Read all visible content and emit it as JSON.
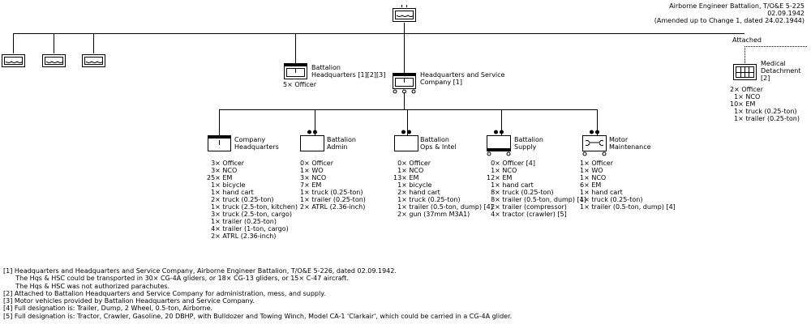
{
  "title": {
    "line1": "Airborne Engineer Battalion, T/O&E 5-225",
    "line2": "02.09.1942",
    "line3": "(Amended up to Change 1, dated 24.02.1944)"
  },
  "attached_label": "Attached",
  "bn_hq": {
    "name": "Battalion\nHeadquarters [1][2][3]",
    "strength": "5× Officer"
  },
  "hsc": {
    "name": "Headquarters and Service\nCompany [1]"
  },
  "medical": {
    "name": "Medical\nDetachment\n[2]",
    "equipment": "2× Officer\n  1× NCO\n10× EM\n  1× truck (0.25-ton)\n  1× trailer (0.25-ton)"
  },
  "sections": [
    {
      "name": "Company\nHeadquarters",
      "equipment": "  3× Officer\n  3× NCO\n25× EM\n  1× bicycle\n  1× hand cart\n  2× truck (0.25-ton)\n  1× truck (2.5-ton, kitchen)\n  3× truck (2.5-ton, cargo)\n  1× trailer (0.25-ton)\n  4× trailer (1-ton, cargo)\n  2× ATRL (2.36-inch)"
    },
    {
      "name": "Battalion\nAdmin",
      "equipment": "0× Officer\n1× WO\n3× NCO\n7× EM\n1× truck (0.25-ton)\n1× trailer (0.25-ton)\n2× ATRL (2.36-inch)"
    },
    {
      "name": "Battalion\nOps & Intel",
      "equipment": "  0× Officer\n  1× NCO\n13× EM\n  1× bicycle\n  2× hand cart\n  1× truck (0.25-ton)\n  1× trailer (0.5-ton, dump) [4]\n  2× gun (37mm M3A1)"
    },
    {
      "name": "Battalion\nSupply",
      "equipment": "  0× Officer [4]\n  1× NCO\n12× EM\n  1× hand cart\n  8× truck (0.25-ton)\n  8× trailer (0.5-ton, dump) [4]\n  2× trailer (compressor)\n  4× tractor (crawler) [5]"
    },
    {
      "name": "Motor\nMaintenance",
      "equipment": "1× Officer\n1× WO\n1× NCO\n6× EM\n1× hand cart\n1× truck (0.25-ton)\n1× trailer (0.5-ton, dump) [4]"
    }
  ],
  "notes": [
    "[1] Headquarters and Headquarters and Service Company, Airborne Engineer Battalion, T/O&E 5-226, dated 02.09.1942.",
    "      The Hqs & HSC could be transported in 30× CG-4A gliders, or 18× CG-13 gliders, or 15× C-47 aircraft.",
    "      The Hqs & HSC was not authorized parachutes.",
    "[2] Attached to Battalion Headquarters and Service Company for administration, mess, and supply.",
    "[3] Motor vehicles provided by Battalion Headquarters and Service Company.",
    "[4] Full designation is: Trailer, Dump, 2 Wheel, 0.5-ton, Airborne.",
    "[5] Full designation is: Tractor, Crawler, Gasoline, 20 DBHP, with Bulldozer and Towing Winch, Model CA-1 'Clarkair', which could be carried in a CG-4A glider."
  ]
}
